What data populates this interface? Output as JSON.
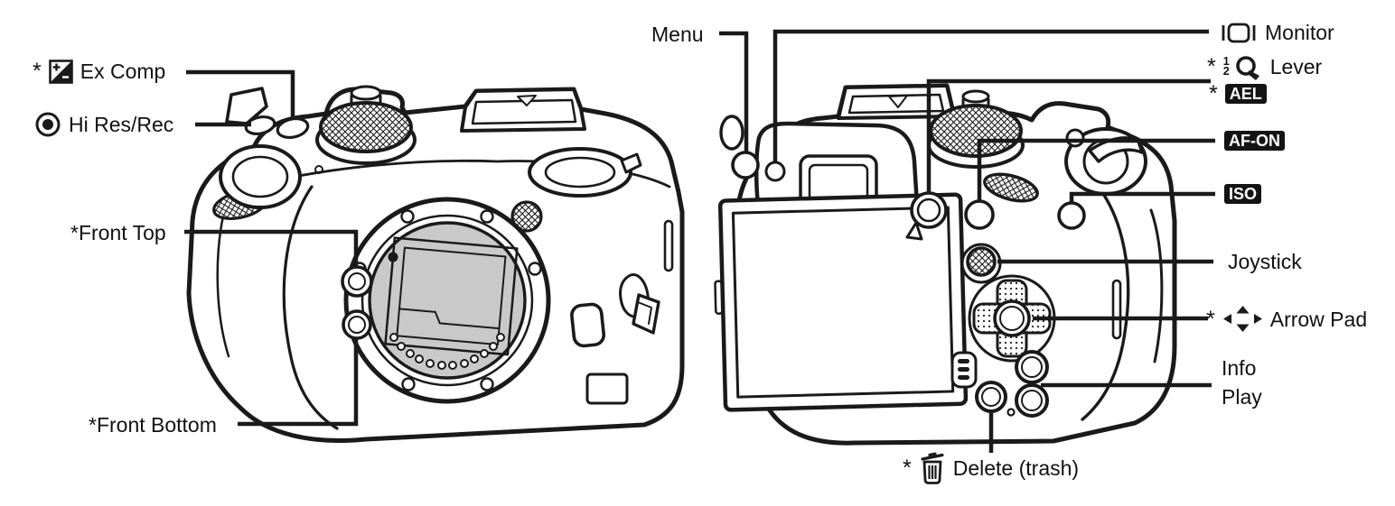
{
  "colors": {
    "line": "#1a1a1a",
    "text": "#111111",
    "badge_bg": "#141414",
    "badge_text": "#ffffff",
    "sensor_gray": "#c9c9c9"
  },
  "labels": {
    "ex_comp": {
      "prefix": "*",
      "icon": "exposure-compensation-icon",
      "text": "Ex Comp"
    },
    "hi_res_rec": {
      "icon": "record-icon",
      "text": "Hi Res/Rec"
    },
    "front_top": {
      "text": "*Front Top"
    },
    "front_bottom": {
      "text": "*Front Bottom"
    },
    "menu": {
      "text": "Menu"
    },
    "monitor": {
      "icon": "monitor-icon",
      "text": "Monitor"
    },
    "lever": {
      "prefix": "*",
      "sup": "1",
      "sub": "2",
      "icon": "fn-lever-icon",
      "text": "Lever"
    },
    "ael": {
      "prefix": "*",
      "badge": "AEL"
    },
    "af_on": {
      "badge": "AF-ON"
    },
    "iso": {
      "badge": "ISO"
    },
    "joystick": {
      "text": "Joystick"
    },
    "arrow_pad": {
      "prefix": "*",
      "icon": "arrow-pad-icon",
      "text": "Arrow Pad"
    },
    "info": {
      "text": "Info"
    },
    "play": {
      "text": "Play"
    },
    "delete": {
      "prefix": "*",
      "icon": "trash-icon",
      "text": "Delete (trash)"
    }
  }
}
